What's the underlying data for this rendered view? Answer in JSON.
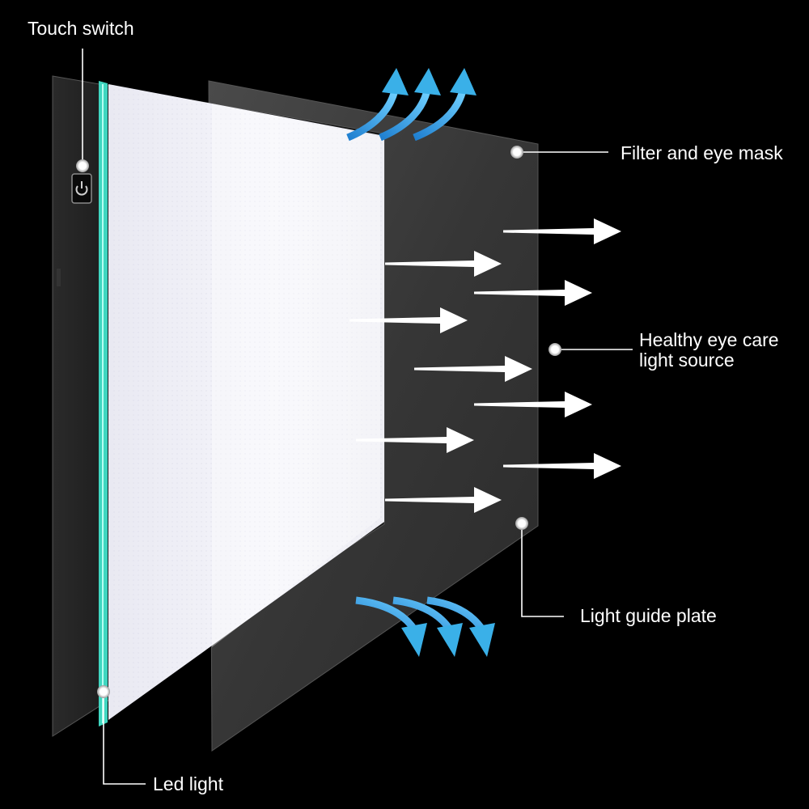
{
  "labels": {
    "touch_switch": "Touch switch",
    "filter_eye_mask": "Filter and eye mask",
    "healthy_line1": "Healthy eye care",
    "healthy_line2": "light source",
    "light_guide_plate": "Light guide plate",
    "led_light": "Led light"
  },
  "icons": {
    "power": "power-icon",
    "arrow": "arrow-right-icon",
    "curved_arrow": "curved-arrow-icon"
  },
  "colors": {
    "background": "#000000",
    "text": "#ffffff",
    "led_strip": "#3fd6c0",
    "flow_arrow": "#3ab0e8",
    "light_arrow": "#ffffff",
    "panel_surface": "#f3f3f8",
    "frame": "#111111",
    "filter_sheet": "#3a3a3a"
  }
}
